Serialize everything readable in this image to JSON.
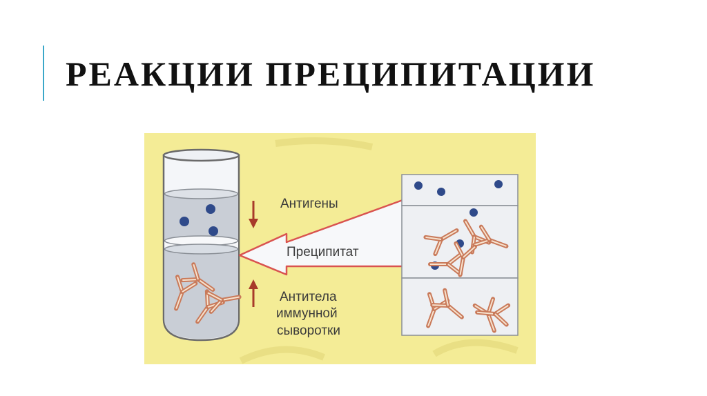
{
  "slide": {
    "title": "РЕАКЦИИ ПРЕЦИПИТАЦИИ"
  },
  "figure": {
    "labels": {
      "antigens": "Антигены",
      "precipitate": "Преципитат",
      "antibodies_line1": "Антитела",
      "antibodies_line2": "иммунной",
      "antibodies_line3": "сыворотки"
    },
    "colors": {
      "background": "#f4ec96",
      "antigen_dot": "#2f4a8a",
      "antibody": "#c97a5a",
      "arrow": "#a83a2a",
      "panel": "#eef0f3"
    }
  }
}
